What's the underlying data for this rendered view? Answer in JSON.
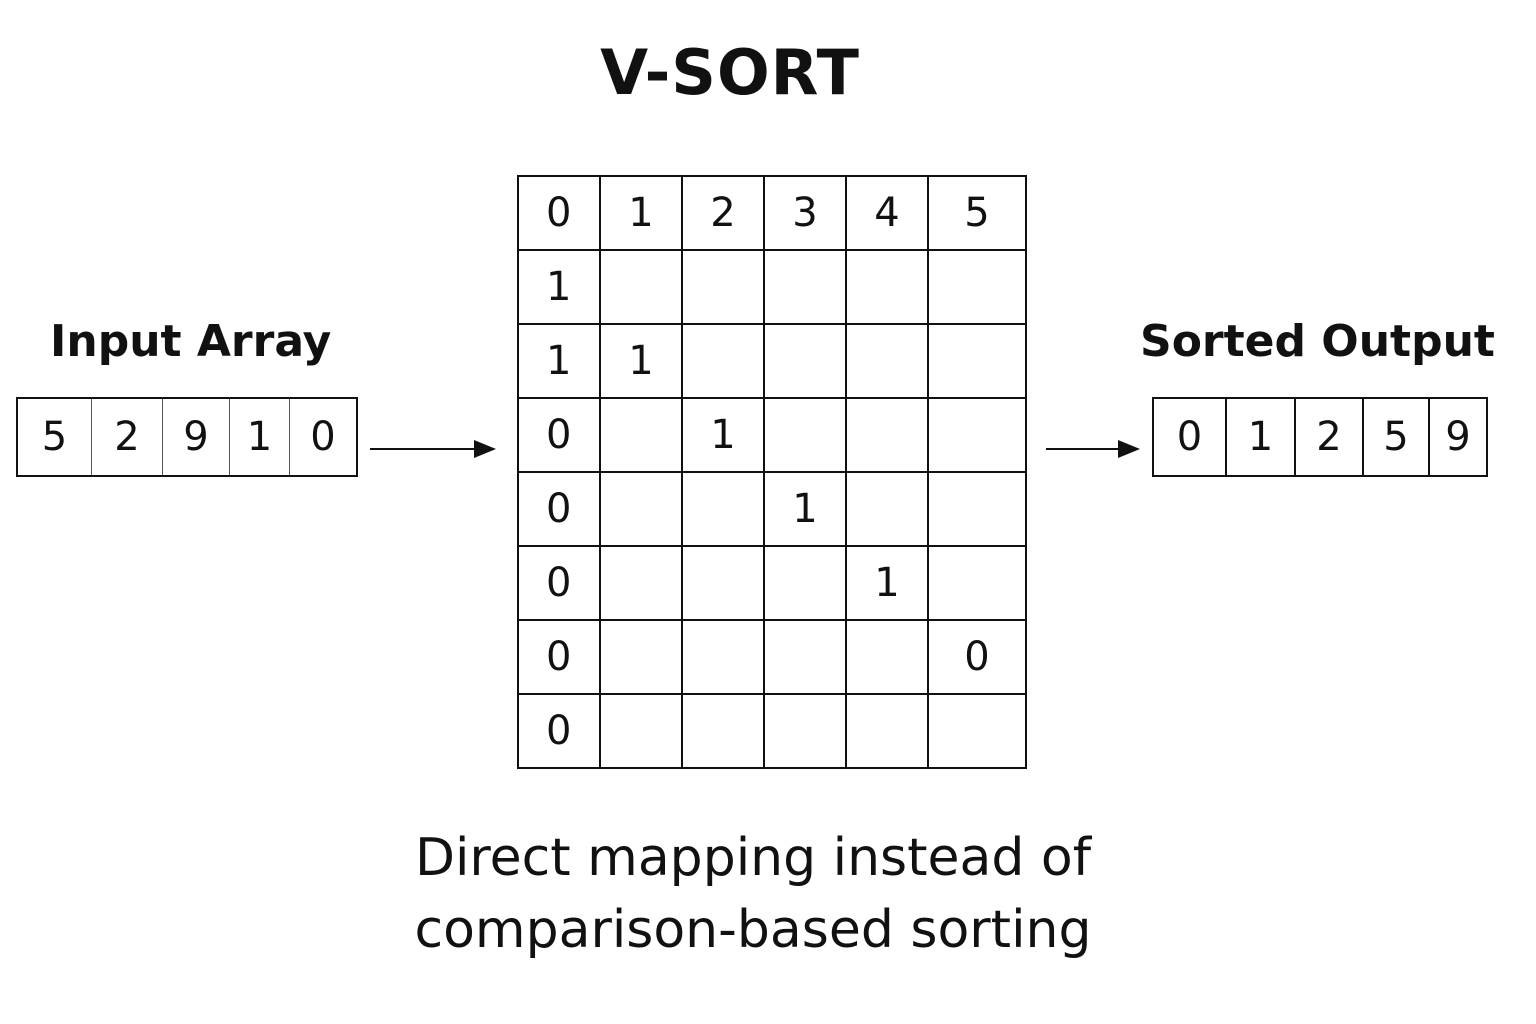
{
  "title": "V-SORT",
  "input": {
    "label": "Input Array",
    "values": [
      "5",
      "2",
      "9",
      "1",
      "0"
    ]
  },
  "output": {
    "label": "Sorted Output",
    "values": [
      "0",
      "1",
      "2",
      "5",
      "9"
    ]
  },
  "matrix": {
    "rows": [
      [
        "0",
        "1",
        "2",
        "3",
        "4",
        "5"
      ],
      [
        "1",
        "",
        "",
        "",
        "",
        ""
      ],
      [
        "1",
        "1",
        "",
        "",
        "",
        ""
      ],
      [
        "0",
        "",
        "1",
        "",
        "",
        ""
      ],
      [
        "0",
        "",
        "",
        "1",
        "",
        ""
      ],
      [
        "0",
        "",
        "",
        "",
        "1",
        ""
      ],
      [
        "0",
        "",
        "",
        "",
        "",
        "0"
      ],
      [
        "0",
        "",
        "",
        "",
        "",
        ""
      ]
    ]
  },
  "caption": {
    "line1": "Direct mapping instead of",
    "line2": "comparison-based sorting"
  }
}
